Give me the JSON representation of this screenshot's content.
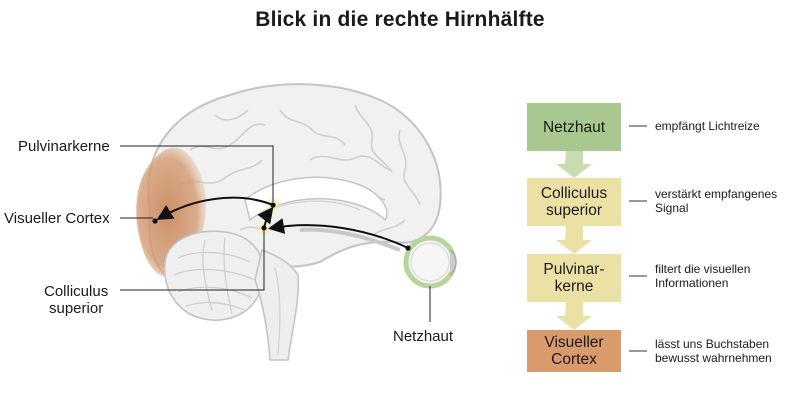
{
  "title": "Blick in die rechte Hirnhälfte",
  "labels": {
    "pulvinar": "Pulvinarkerne",
    "visual_cortex": "Visueller Cortex",
    "colliculus_1": "Colliculus",
    "colliculus_2": "superior",
    "retina": "Netzhaut"
  },
  "flow": [
    {
      "box_lines": [
        "Netzhaut"
      ],
      "description": [
        "empfängt Lichtreize"
      ],
      "color": "#a9c890"
    },
    {
      "box_lines": [
        "Colliculus",
        "superior"
      ],
      "description": [
        "verstärkt empfangenes",
        "Signal"
      ],
      "color": "#ece1a5"
    },
    {
      "box_lines": [
        "Pulvinar-",
        "kerne"
      ],
      "description": [
        "filtert die visuellen",
        "Informationen"
      ],
      "color": "#ece1a5"
    },
    {
      "box_lines": [
        "Visueller",
        "Cortex"
      ],
      "description": [
        "lässt uns Buchstaben",
        "bewusst wahrnehmen"
      ],
      "color": "#d99a6c"
    }
  ],
  "colors": {
    "arrow_green": "#c9dcb0",
    "arrow_yellow": "#ece1a5",
    "cortex_highlight": "#c98a5e",
    "eye_ring": "#b7d49a",
    "brain_fill": "#f1f1f1",
    "brain_line": "#c4c4c4"
  }
}
